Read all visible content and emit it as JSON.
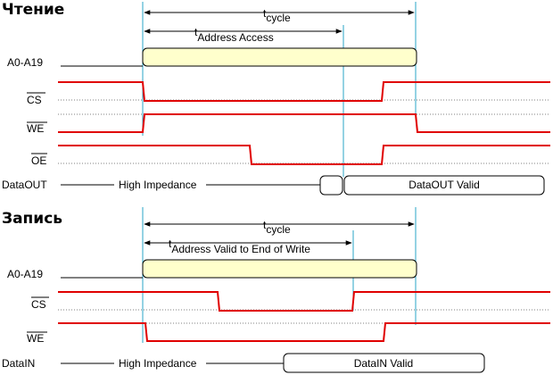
{
  "read": {
    "title": "Чтение",
    "t_cycle": {
      "t": "t",
      "sub": "cycle"
    },
    "t_access": {
      "t": "t",
      "sub": "Address Access"
    },
    "signals": {
      "addr": "A0-A19",
      "cs": "CS",
      "we": "WE",
      "oe": "OE",
      "dataout": "DataOUT"
    },
    "high_impedance": "High Impedance",
    "valid_label": "DataOUT Valid"
  },
  "write": {
    "title": "Запись",
    "t_cycle": {
      "t": "t",
      "sub": "cycle"
    },
    "t_write": {
      "t": "t",
      "sub": "Address Valid to End of Write"
    },
    "signals": {
      "addr": "A0-A19",
      "cs": "CS",
      "we": "WE",
      "datain": "DataIN"
    },
    "high_impedance": "High Impedance",
    "valid_label": "DataIN Valid"
  },
  "colors": {
    "signal": "#e00000",
    "guide": "#2aa6c7",
    "bus_fill": "#ffffcc",
    "dotted": "#808080"
  }
}
